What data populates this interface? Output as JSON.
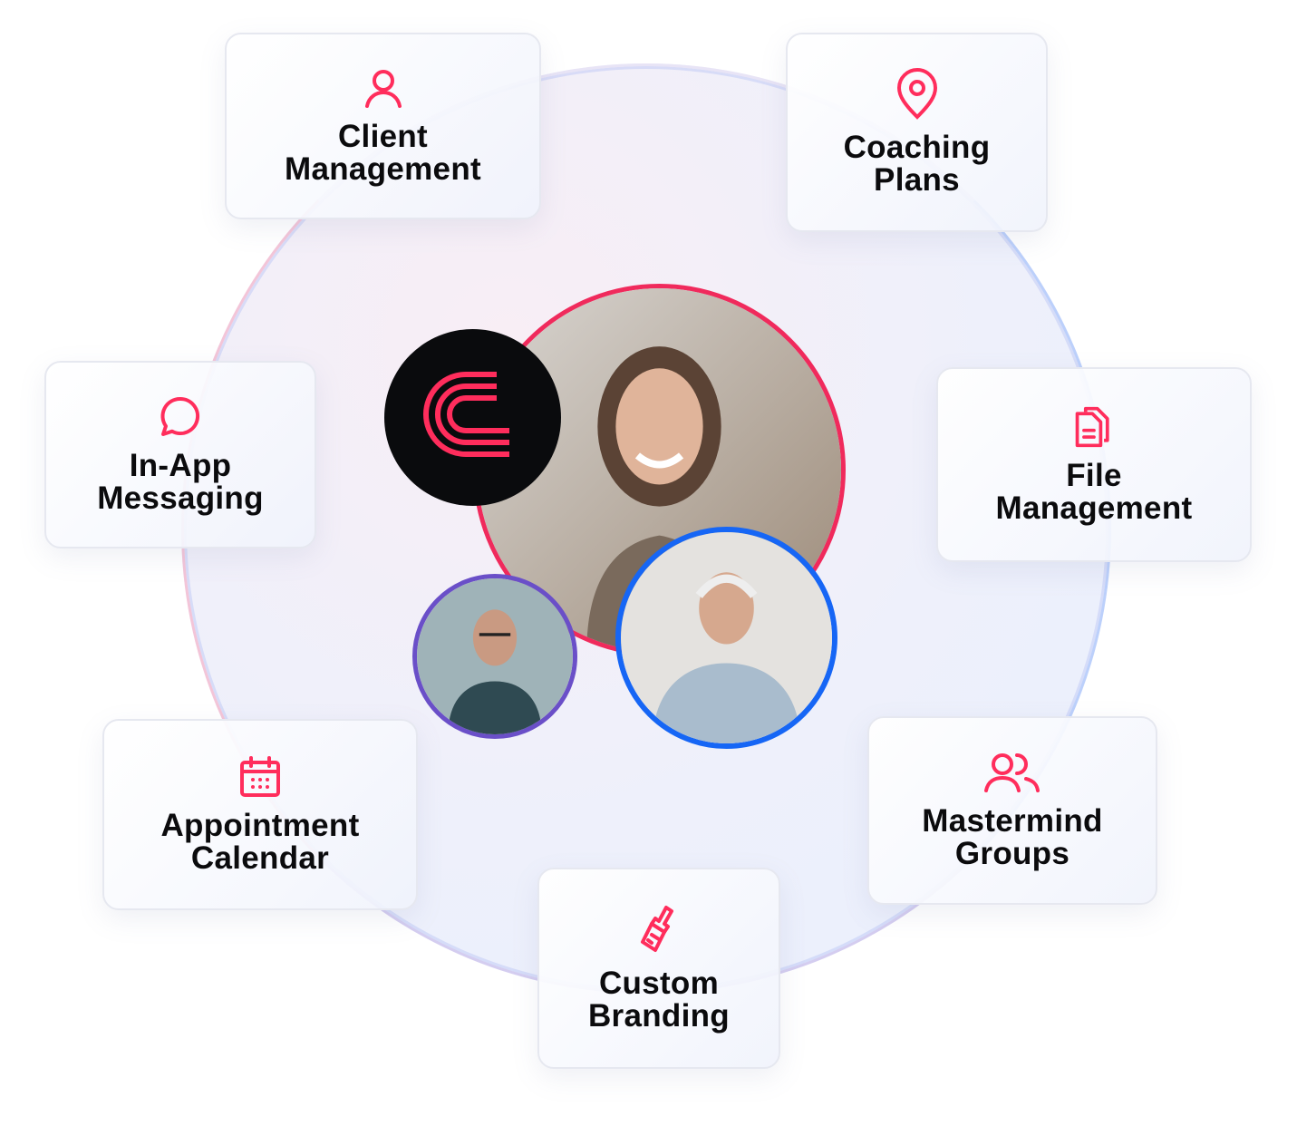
{
  "accent_color": "#ff2d5c",
  "features": [
    {
      "label_line1": "Client",
      "label_line2": "Management",
      "icon": "user-icon"
    },
    {
      "label_line1": "Coaching",
      "label_line2": "Plans",
      "icon": "map-pin-icon"
    },
    {
      "label_line1": "In-App",
      "label_line2": "Messaging",
      "icon": "chat-bubble-icon"
    },
    {
      "label_line1": "File",
      "label_line2": "Management",
      "icon": "files-icon"
    },
    {
      "label_line1": "Appointment",
      "label_line2": "Calendar",
      "icon": "calendar-icon"
    },
    {
      "label_line1": "Mastermind",
      "label_line2": "Groups",
      "icon": "users-icon"
    },
    {
      "label_line1": "Custom",
      "label_line2": "Branding",
      "icon": "paintbrush-icon"
    }
  ]
}
